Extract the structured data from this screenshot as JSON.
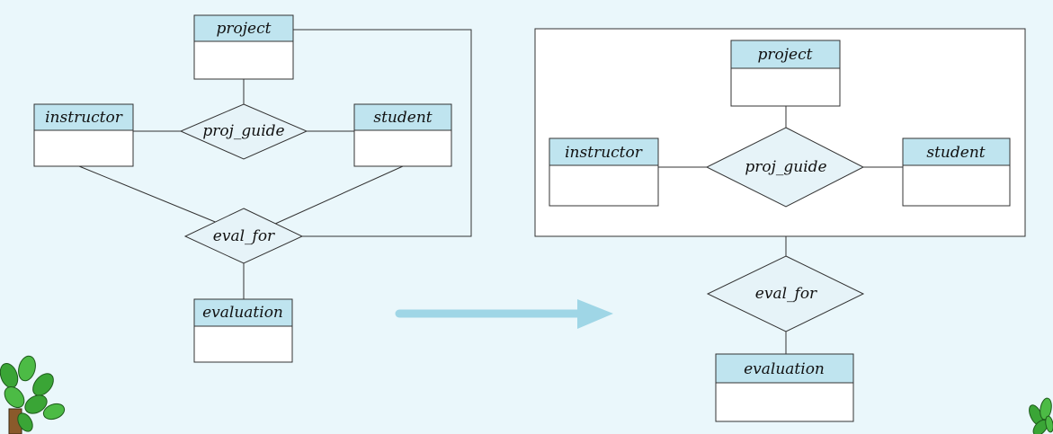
{
  "colors": {
    "background": "#eaf7fb",
    "entity_header": "#bfe4ef",
    "entity_body": "#ffffff",
    "relationship_fill": "#e6f3f8",
    "line": "#333333",
    "arrow": "#9fd6e6",
    "tree_leaf": "#3aa536",
    "tree_trunk": "#8a5a2b"
  },
  "left_diagram": {
    "entities": {
      "project": "project",
      "instructor": "instructor",
      "student": "student",
      "evaluation": "evaluation"
    },
    "relationships": {
      "proj_guide": "proj_guide",
      "eval_for": "eval_for"
    }
  },
  "right_diagram": {
    "entities": {
      "project": "project",
      "instructor": "instructor",
      "student": "student",
      "evaluation": "evaluation"
    },
    "relationships": {
      "proj_guide": "proj_guide",
      "eval_for": "eval_for"
    }
  },
  "icons": {
    "transform_arrow": "right-arrow-icon",
    "tree_left": "tree-icon",
    "tree_right": "tree-icon"
  }
}
